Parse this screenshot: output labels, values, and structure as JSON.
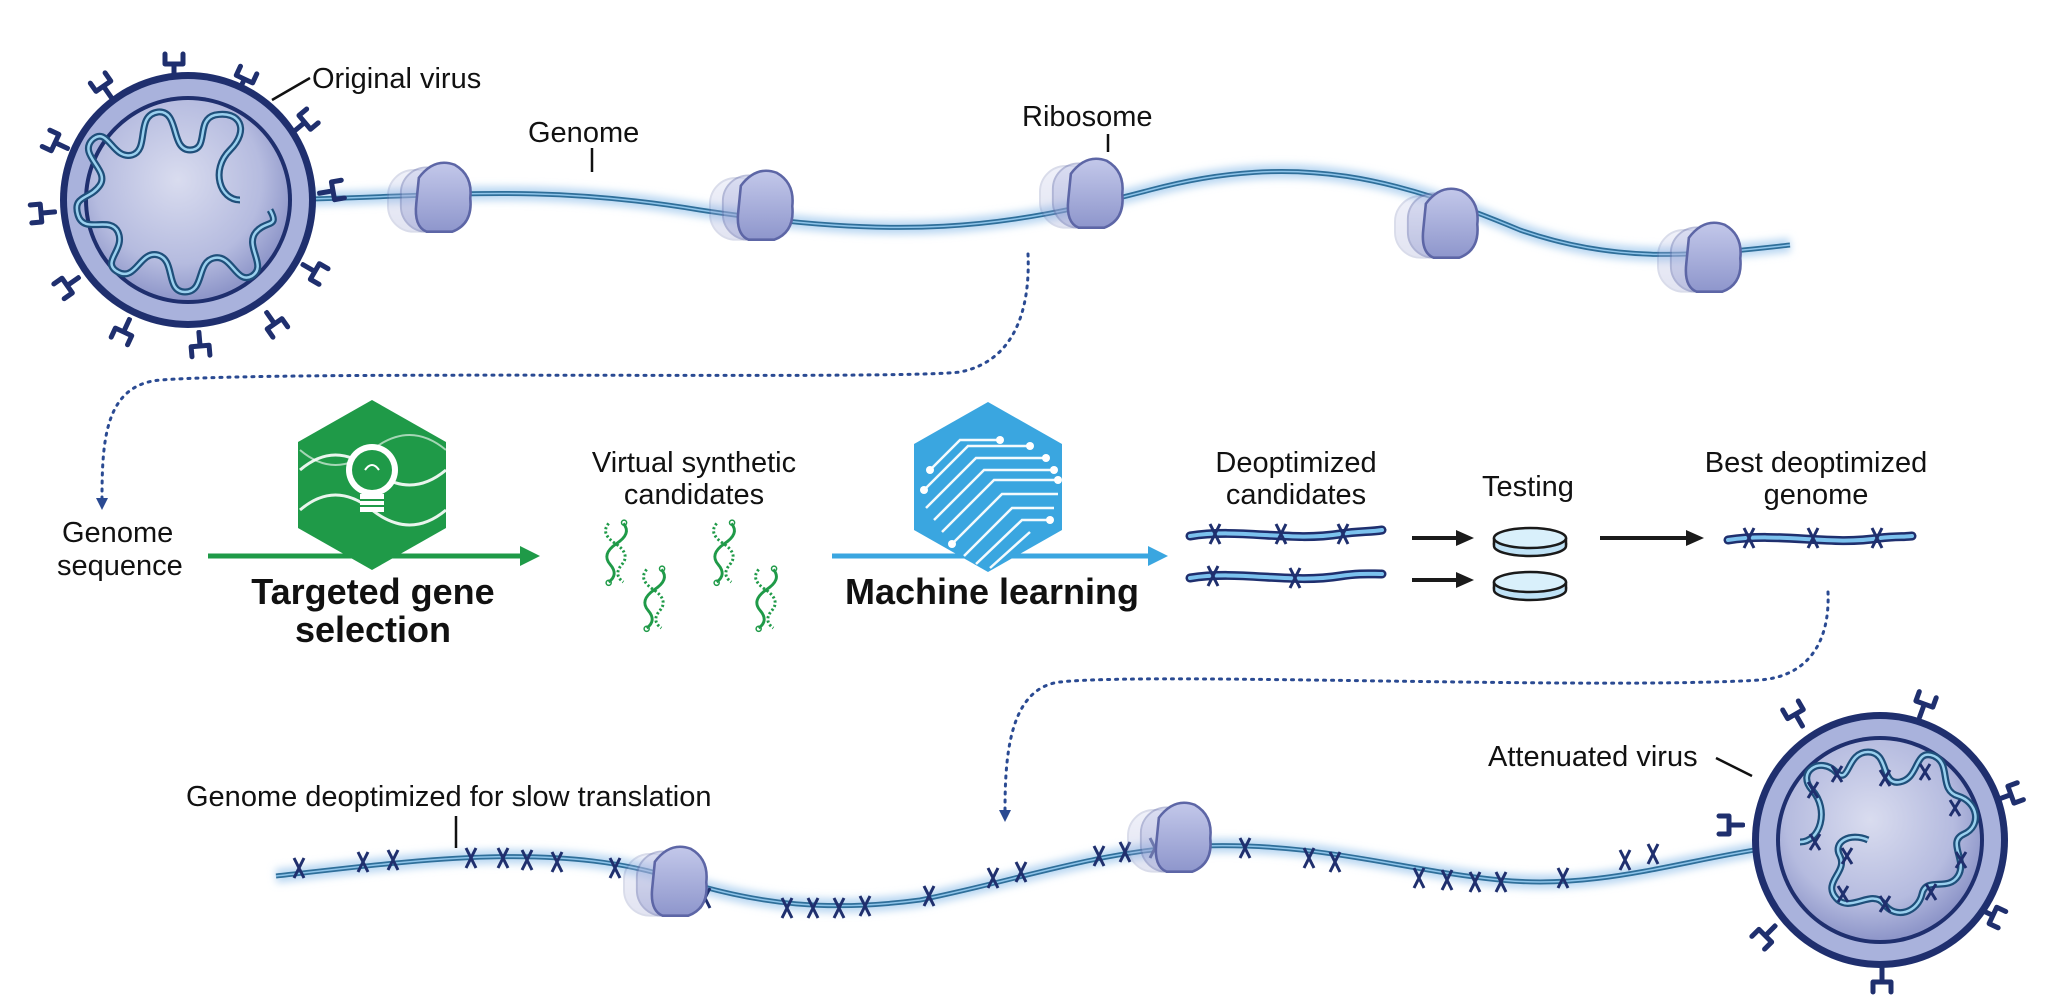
{
  "labels": {
    "original_virus": "Original virus",
    "genome": "Genome",
    "ribosome": "Ribosome",
    "genome_sequence": [
      "Genome",
      "sequence"
    ],
    "targeted_gene_selection": [
      "Targeted gene",
      "selection"
    ],
    "virtual_synthetic_candidates": [
      "Virtual synthetic",
      "candidates"
    ],
    "machine_learning": "Machine learning",
    "deoptimized_candidates": [
      "Deoptimized",
      "candidates"
    ],
    "testing": "Testing",
    "best_deoptimized_genome": [
      "Best deoptimized",
      "genome"
    ],
    "attenuated_virus": "Attenuated virus",
    "genome_deoptimized": "Genome deoptimized for slow translation"
  },
  "colors": {
    "virus_dark": "#1f2f6e",
    "virus_fill": "#a9b2dc",
    "genome_strand": "#2f6f9a",
    "ribosome": "#9ea6d6",
    "green_arrow": "#1f9a48",
    "blue_arrow": "#3aa6e0",
    "black_arrow": "#1a1a1a",
    "dotted_path": "#2a4a92"
  },
  "icons": {
    "gene_selection": "lightbulb-dna-hexagon-icon",
    "machine_learning": "circuit-hexagon-icon",
    "candidates": "dna-double-helix-icon",
    "testing": "petri-dish-icon"
  }
}
